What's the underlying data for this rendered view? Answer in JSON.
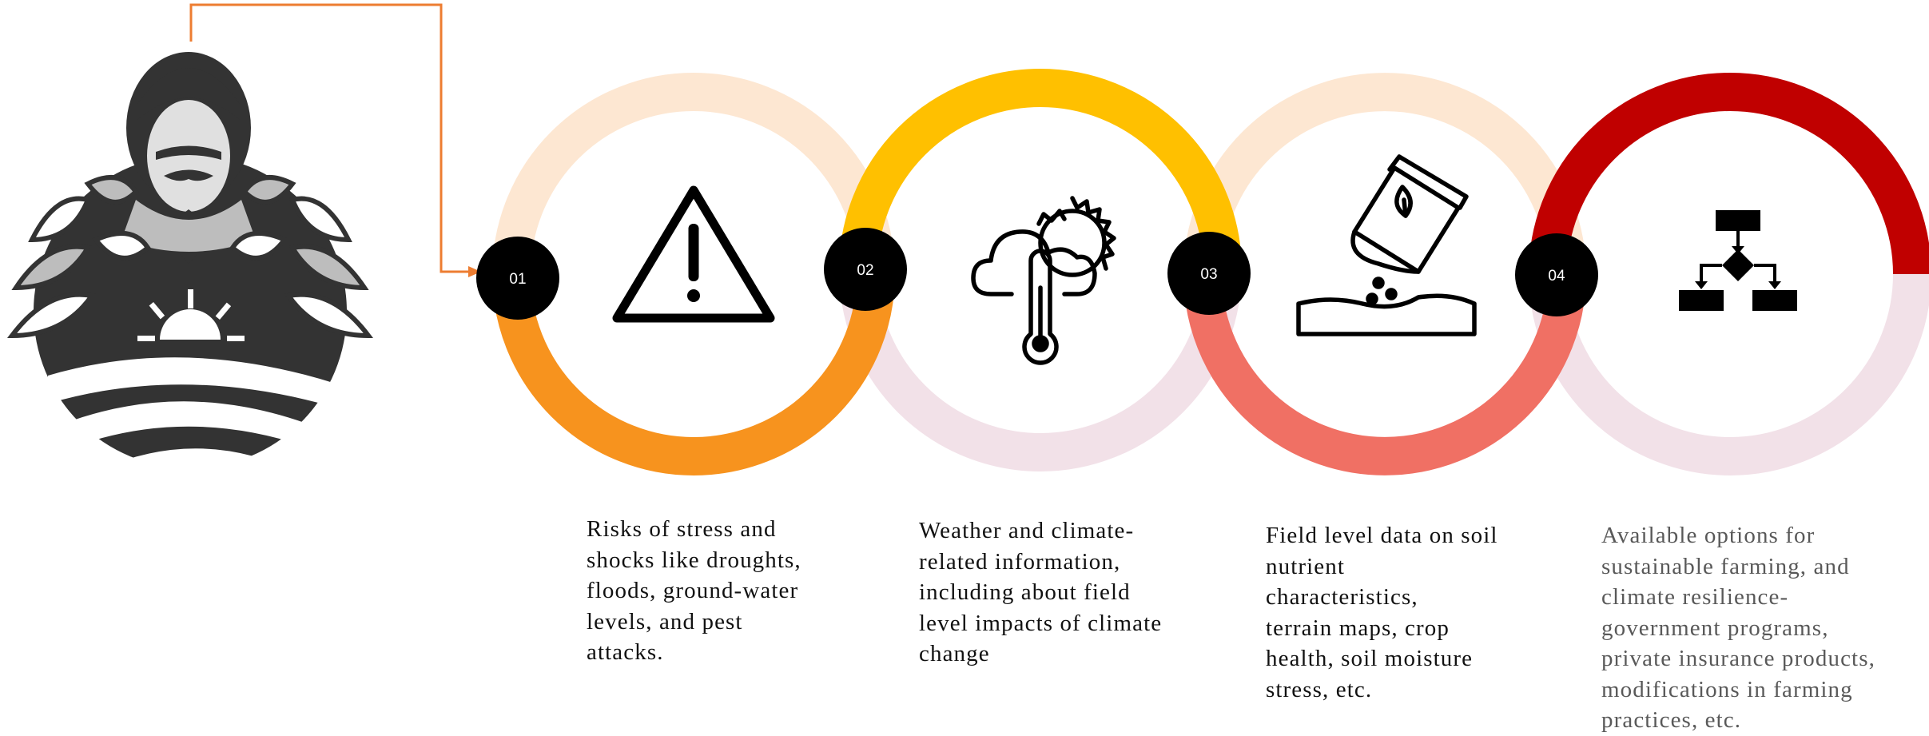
{
  "steps": [
    {
      "number": "01",
      "icon": "warning-triangle-icon",
      "ring_color": "#f7931e",
      "ring_color_light": "#fde7d2",
      "lines": [
        "Risks of stress and",
        "shocks like droughts,",
        "floods, ground-water",
        "levels, and pest",
        "attacks."
      ]
    },
    {
      "number": "02",
      "icon": "weather-thermometer-icon",
      "ring_color": "#ffc000",
      "ring_color_light": "#f2e1e8",
      "lines": [
        "Weather and climate-",
        "related information,",
        "including about field",
        "level impacts of climate",
        "change"
      ]
    },
    {
      "number": "03",
      "icon": "seed-bag-soil-icon",
      "ring_color": "#f07064",
      "ring_color_light": "#fde7d2",
      "lines": [
        "Field level data on soil",
        "nutrient",
        "characteristics,",
        "terrain maps, crop",
        "health, soil moisture",
        "stress, etc."
      ]
    },
    {
      "number": "04",
      "icon": "decision-flowchart-icon",
      "ring_color": "#c00000",
      "ring_color_light": "#f2e1e8",
      "lines": [
        "Available options for",
        "sustainable farming, and",
        "climate resilience-",
        "government programs,",
        "private insurance products,",
        "modifications in farming",
        "practices, etc."
      ]
    }
  ],
  "colors": {
    "connector": "#ed7d31",
    "badge": "#000000",
    "logo_dark": "#333333",
    "logo_light": "#bdbdbd"
  }
}
